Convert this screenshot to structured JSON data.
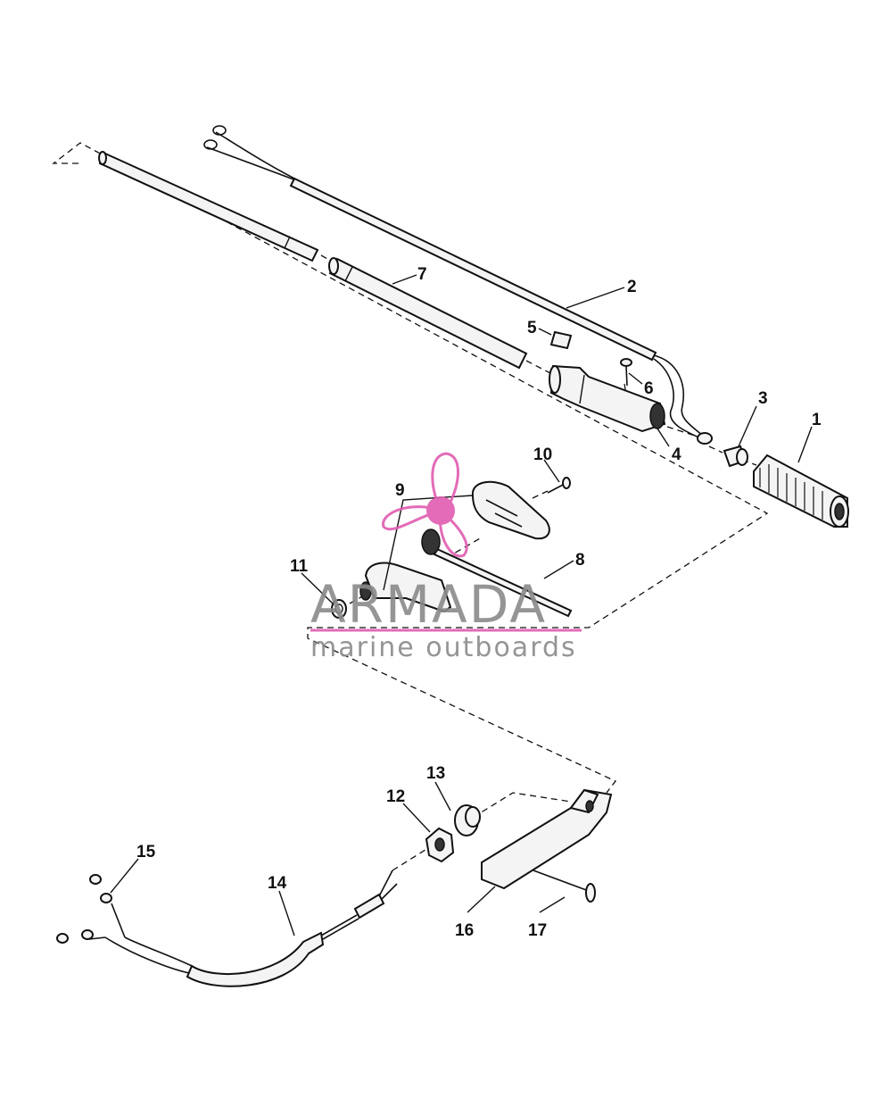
{
  "watermark": {
    "brand": "ARMADA",
    "tagline": "marine outboards",
    "logo_color": "#e05cb0",
    "text_color": "#8a8a8a"
  },
  "callouts": [
    {
      "id": "1",
      "label": "1"
    },
    {
      "id": "2",
      "label": "2"
    },
    {
      "id": "3",
      "label": "3"
    },
    {
      "id": "4",
      "label": "4"
    },
    {
      "id": "5",
      "label": "5"
    },
    {
      "id": "6",
      "label": "6"
    },
    {
      "id": "7",
      "label": "7"
    },
    {
      "id": "8",
      "label": "8"
    },
    {
      "id": "9",
      "label": "9"
    },
    {
      "id": "10",
      "label": "10"
    },
    {
      "id": "11",
      "label": "11"
    },
    {
      "id": "12",
      "label": "12"
    },
    {
      "id": "13",
      "label": "13"
    },
    {
      "id": "14",
      "label": "14"
    },
    {
      "id": "15",
      "label": "15"
    },
    {
      "id": "16",
      "label": "16"
    },
    {
      "id": "17",
      "label": "17"
    }
  ]
}
